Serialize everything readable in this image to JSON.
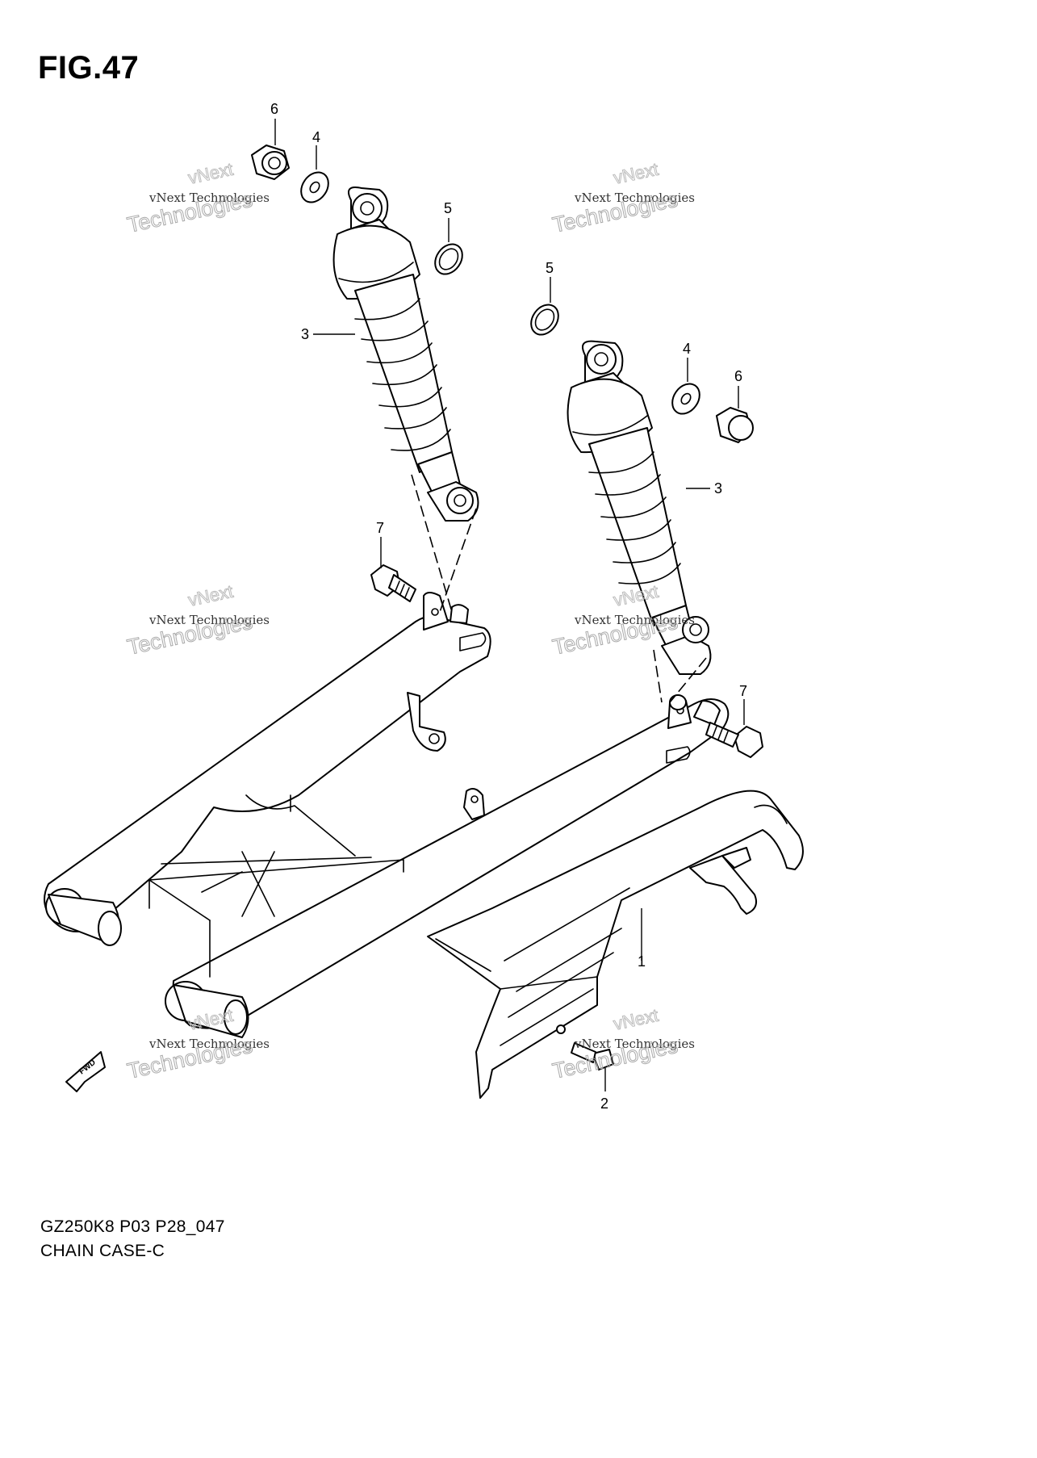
{
  "figure": {
    "title": "FIG.47"
  },
  "footer": {
    "model_code": "GZ250K8 P03 P28_047",
    "part_name": "CHAIN CASE-C"
  },
  "callouts": [
    "6",
    "4",
    "5",
    "3",
    "5",
    "4",
    "6",
    "3",
    "7",
    "7",
    "1",
    "2"
  ],
  "fwd_label": "FWD",
  "watermark": {
    "top": "vNext",
    "small": "vNext Technologies",
    "big": "Technologies"
  }
}
